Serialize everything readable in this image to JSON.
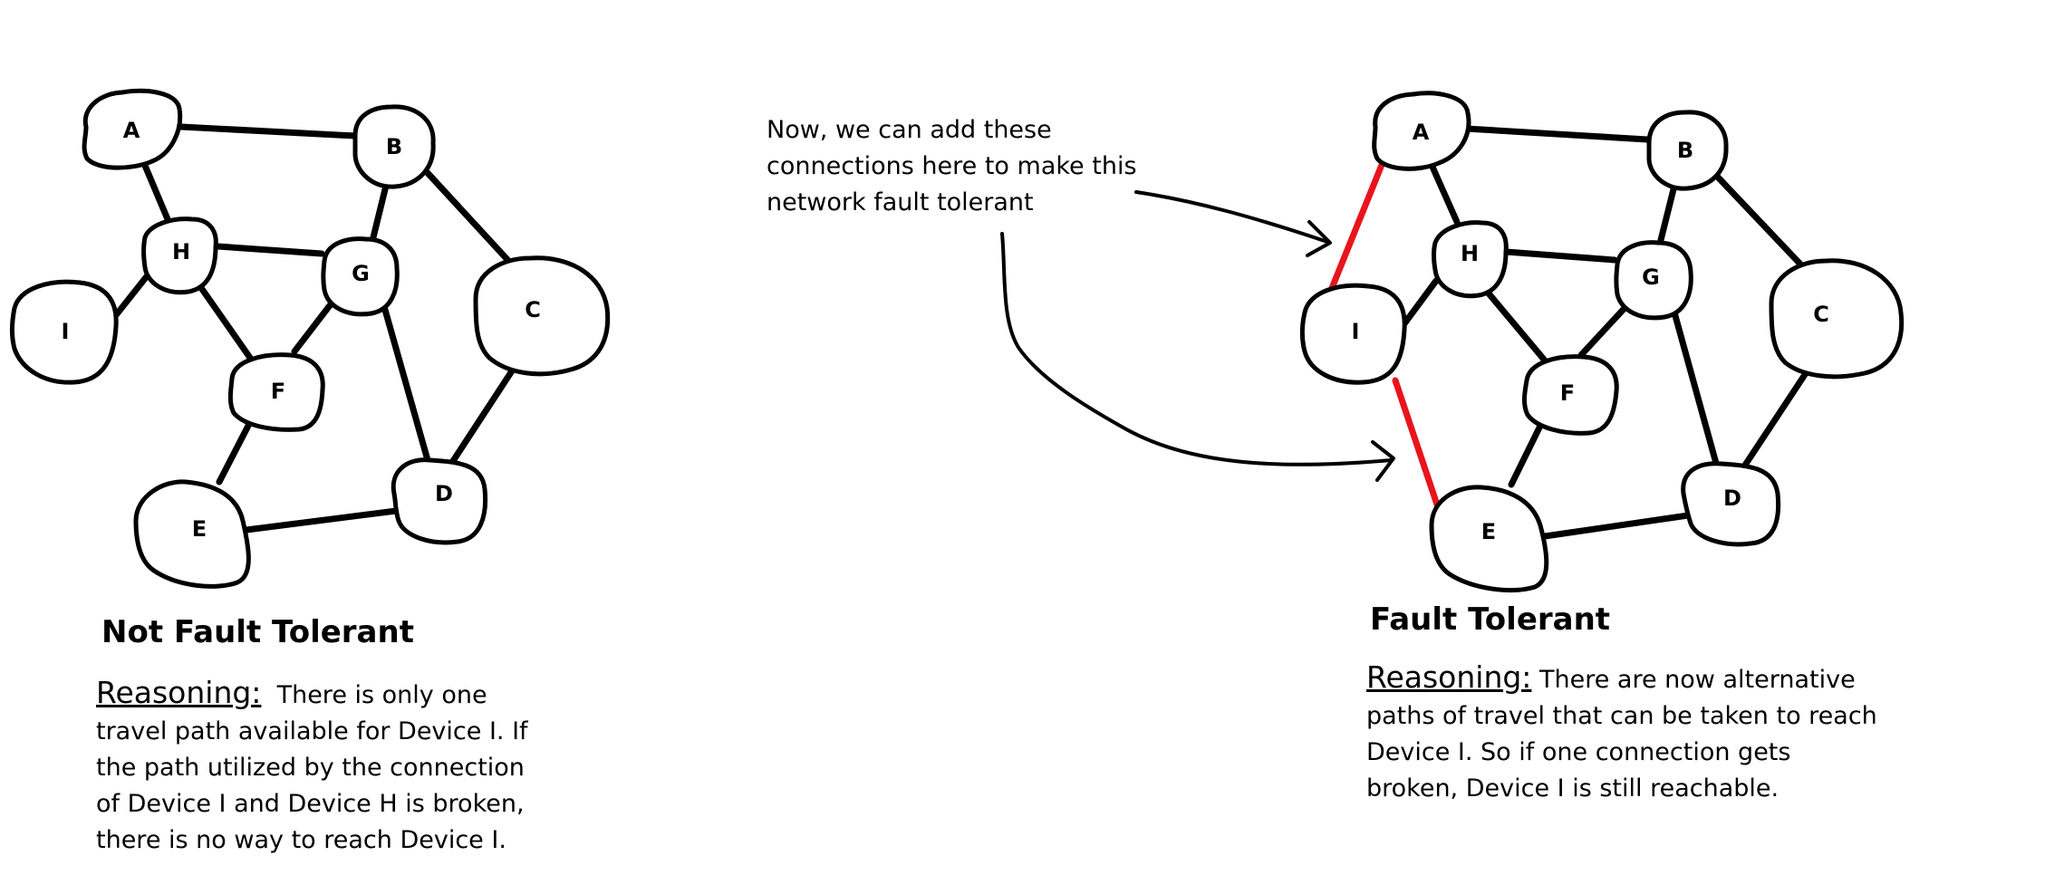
{
  "left_diagram": {
    "nodes": [
      "A",
      "B",
      "C",
      "D",
      "E",
      "F",
      "G",
      "H",
      "I"
    ],
    "heading": "Not Fault Tolerant",
    "reasoning_label": "Reasoning:",
    "reasoning_lines": [
      "There is only one",
      "travel path available for Device I. If",
      "the path utilized by the connection",
      "of Device I and Device H is broken,",
      "there is no way to reach Device I."
    ]
  },
  "right_diagram": {
    "nodes": [
      "A",
      "B",
      "C",
      "D",
      "E",
      "F",
      "G",
      "H",
      "I"
    ],
    "heading": "Fault Tolerant",
    "reasoning_label": "Reasoning:",
    "reasoning_lines": [
      "There are now alternative",
      "paths of travel that can be taken to reach",
      "Device I. So if one connection gets",
      "broken, Device I is still reachable."
    ]
  },
  "annotation": {
    "lines": [
      "Now, we can add these",
      "connections here to make this",
      "network fault tolerant"
    ]
  },
  "colors": {
    "stroke": "#000000",
    "added_connection": "#e8141c"
  }
}
